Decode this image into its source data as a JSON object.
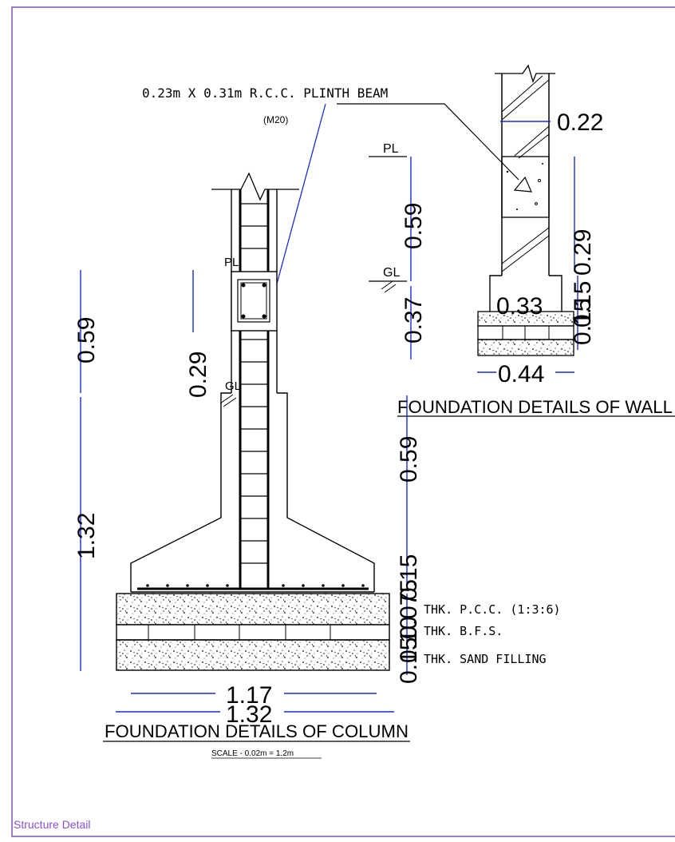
{
  "colors": {
    "frame": "#9b7fc8",
    "dimension": "#1a2bd6",
    "ink": "#000000",
    "footer": "#8a4fd6"
  },
  "beam_note": {
    "title": "0.23m X 0.31m R.C.C. PLINTH BEAM",
    "grade": "(M20)"
  },
  "wall": {
    "dim_top_width": "0.22",
    "level_pl": "PL",
    "level_gl": "GL",
    "dim_pl_gl": "0.59",
    "dim_below_gl": "0.37",
    "dim_wall_height": "0.29",
    "dim_step": "0.33",
    "dim_overlap_a": "0.15",
    "dim_overlap_b": "0.15",
    "dim_overlap_c": "0.29",
    "dim_base": "0.44",
    "title": "FOUNDATION DETAILS OF WALL"
  },
  "column": {
    "level_pl": "PL",
    "level_gl": "GL",
    "dim_left_upper": "0.59",
    "dim_left_lower": "1.32",
    "dim_pl_gl": "0.29",
    "dim_right_upper": "0.59",
    "dim_stack_a": "0.15",
    "dim_stack_b": "0.075",
    "dim_stack_c": "0.10",
    "dim_stack_d": "0.15",
    "dim_width_inner": "1.17",
    "dim_width_outer": "1.32",
    "title": "FOUNDATION DETAILS OF COLUMN",
    "scale": "SCALE - 0.02m = 1.2m"
  },
  "layers": [
    {
      "label": "THK.  P.C.C.  (1:3:6)"
    },
    {
      "label": "THK.  B.F.S."
    },
    {
      "label": "THK.  SAND  FILLING"
    }
  ],
  "footer": "Structure Detail"
}
